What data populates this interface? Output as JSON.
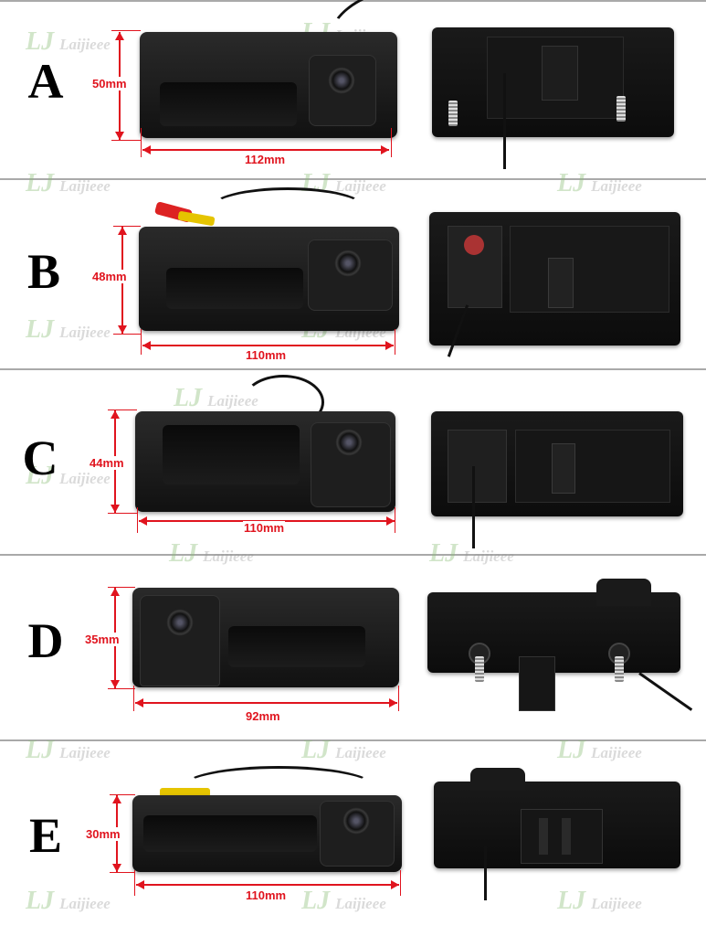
{
  "watermark": {
    "logo": "LJ",
    "text": "Laijieee"
  },
  "rows": [
    {
      "letter": "A",
      "height": "50mm",
      "width": "112mm"
    },
    {
      "letter": "B",
      "height": "48mm",
      "width": "110mm"
    },
    {
      "letter": "C",
      "height": "44mm",
      "width": "110mm"
    },
    {
      "letter": "D",
      "height": "35mm",
      "width": "92mm"
    },
    {
      "letter": "E",
      "height": "30mm",
      "width": "110mm"
    }
  ]
}
